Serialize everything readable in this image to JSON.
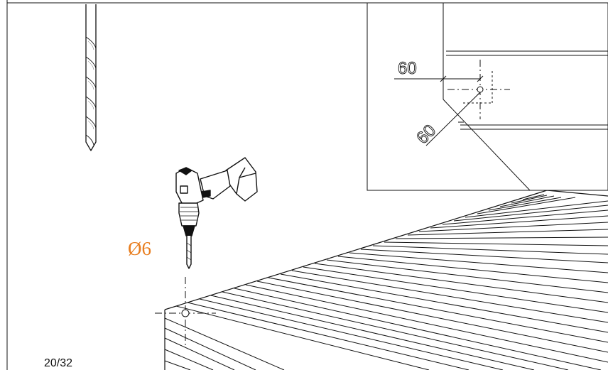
{
  "labels": {
    "drill_diameter": "Ø6",
    "dim_horizontal": "60",
    "dim_diagonal": "60",
    "page_number": "20/32"
  },
  "colors": {
    "accent": "#e87d1e",
    "line": "#111111"
  },
  "icons": {
    "drill_bit": "drill-bit-icon",
    "cordless_drill": "cordless-drill-icon",
    "crosshair": "crosshair-icon"
  }
}
